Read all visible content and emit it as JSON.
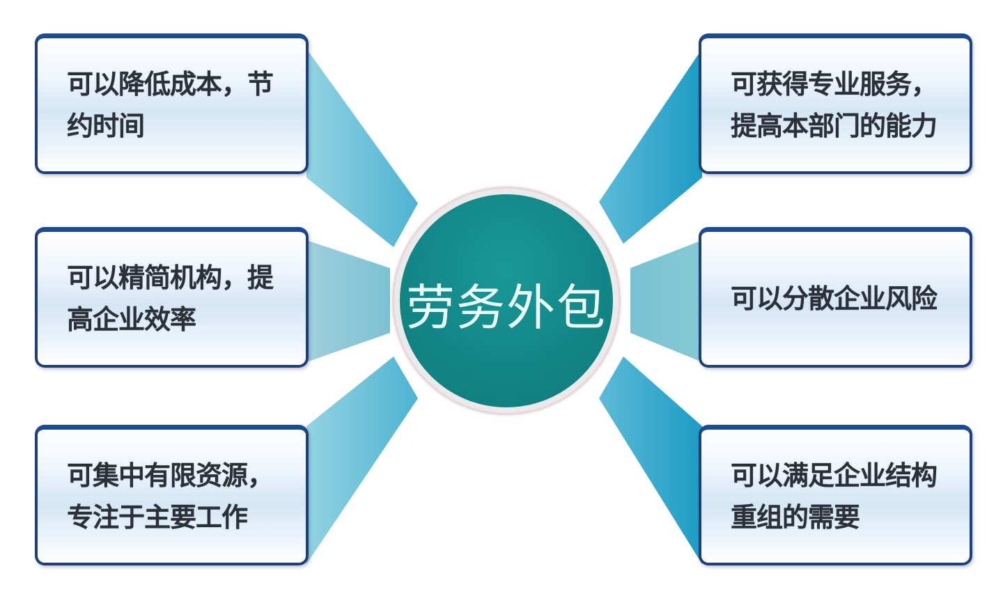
{
  "diagram": {
    "center": {
      "title": "劳务外包"
    },
    "left": [
      {
        "lines": [
          "可以降低成本，节",
          "约时间"
        ]
      },
      {
        "lines": [
          "可以精简机构，提",
          "高企业效率"
        ]
      },
      {
        "lines": [
          "可集中有限资源，",
          "专注于主要工作"
        ]
      }
    ],
    "right": [
      {
        "lines": [
          "可获得专业服务，",
          "提高本部门的能力"
        ]
      },
      {
        "lines": [
          "可以分散企业风险"
        ]
      },
      {
        "lines": [
          "可以满足企业结构",
          "重组的需要"
        ]
      }
    ],
    "colors": {
      "center_fill": "#128686",
      "connector_light": "#8fd0e0",
      "connector_dark": "#2aa3c8",
      "box_border": "#1e4a92",
      "text": "#2b2f38"
    }
  }
}
